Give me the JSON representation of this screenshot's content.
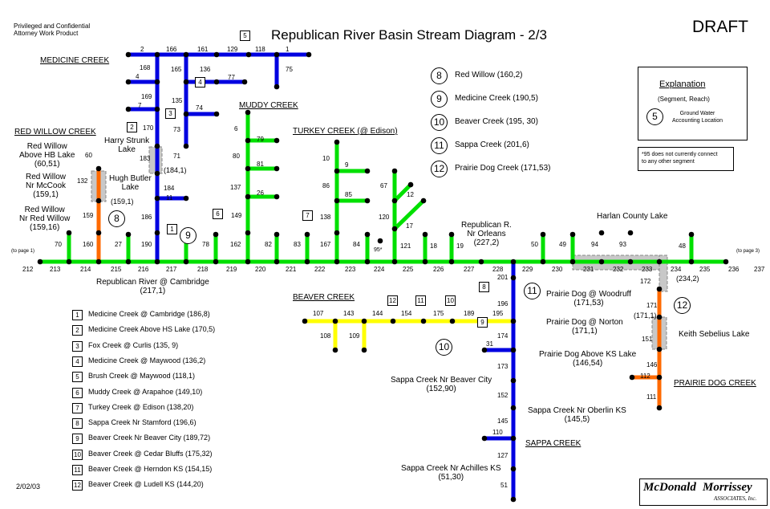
{
  "header": {
    "confidential_line1": "Privileged and Confidential",
    "confidential_line2": "Attorney Work Product",
    "title": "Republican River Basin Stream Diagram - 2/3",
    "draft": "DRAFT",
    "date": "2/02/03"
  },
  "colors": {
    "main_river": "#00e000",
    "blue": "#0000e0",
    "yellow": "#ffff00",
    "orange": "#ff6a00",
    "reservoir": "#c8c8c8"
  },
  "streams": {
    "medicine_creek": "MEDICINE CREEK",
    "red_willow_creek": "RED WILLOW CREEK",
    "muddy_creek": "MUDDY CREEK",
    "turkey_creek": "TURKEY CREEK (@ Edison)",
    "beaver_creek": "BEAVER CREEK",
    "sappa_creek": "SAPPA CREEK",
    "prairie_dog_creek": "PRAIRIE DOG CREEK"
  },
  "labels": {
    "red_willow_above": "Red Willow\nAbove HB Lake\n(60,51)",
    "red_willow_mccook": "Red Willow\nNr McCook\n(159,1)",
    "red_willow_nr": "Red Willow\nNr Red Willow\n(159,16)",
    "harry_strunk": "Harry Strunk\nLake",
    "harry_strunk_code": "(184,1)",
    "hugh_butler": "Hugh Butler\nLake",
    "hugh_butler_code": "(159,1)",
    "cambridge": "Republican River @ Cambridge\n(217,1)",
    "orleans": "Republican R.\nNr Orleans\n(227,2)",
    "harlan": "Harlan County Lake",
    "harlan_code": "(234,2)",
    "keith": "Keith Sebelius Lake",
    "keith_code": "(171,1)",
    "pd_woodruff": "Prairie Dog @ Woodruff\n(171,53)",
    "pd_norton": "Prairie Dog @ Norton\n(171,1)",
    "pd_above_ks": "Prairie Dog Above KS Lake\n(146,54)",
    "sappa_beaver": "Sappa Creek Nr Beaver City\n(152,90)",
    "sappa_oberlin": "Sappa Creek Nr Oberlin KS\n(145,5)",
    "sappa_achilles": "Sappa Creek Nr Achilles KS\n(51,30)",
    "to_page1": "(to page 1)",
    "to_page3": "(to page 3)",
    "star95": "95*"
  },
  "explanation": {
    "title": "Explanation",
    "segreach": "(Segment, Reach)",
    "gw_number": "5",
    "gw_label": "Ground Water\nAccounting Location",
    "note": "*95 does not currently connect\nto any other segment"
  },
  "gauges_box": [
    {
      "n": "1",
      "t": "Medicine Creek @ Cambridge (186,8)"
    },
    {
      "n": "2",
      "t": "Medicine Creek Above HS Lake (170,5)"
    },
    {
      "n": "3",
      "t": "Fox Creek @ Curlis (135, 9)"
    },
    {
      "n": "4",
      "t": "Medicine Creek @ Maywood (136,2)"
    },
    {
      "n": "5",
      "t": "Brush Creek @ Maywood (118,1)"
    },
    {
      "n": "6",
      "t": "Muddy Creek @ Arapahoe (149,10)"
    },
    {
      "n": "7",
      "t": "Turkey Creek @ Edison (138,20)"
    },
    {
      "n": "8",
      "t": "Sappa Creek Nr Stamford (196,6)"
    },
    {
      "n": "9",
      "t": "Beaver Creek Nr Beaver City (189,72)"
    },
    {
      "n": "10",
      "t": "Beaver Creek @ Cedar Bluffs (175,32)"
    },
    {
      "n": "11",
      "t": "Beaver Creek @ Herndon KS (154,15)"
    },
    {
      "n": "12",
      "t": "Beaver Creek @ Ludell KS (144,20)"
    }
  ],
  "gw_locations": [
    {
      "n": "8",
      "t": "Red Willow (160,2)"
    },
    {
      "n": "9",
      "t": "Medicine Creek (190,5)"
    },
    {
      "n": "10",
      "t": "Beaver Creek (195, 30)"
    },
    {
      "n": "11",
      "t": "Sappa Creek (201,6)"
    },
    {
      "n": "12",
      "t": "Prairie Dog Creek (171,53)"
    }
  ],
  "logo": {
    "line1": "McDonald",
    "line2": "Morrissey",
    "line3": "ASSOCIATES, Inc."
  },
  "segments": {
    "main_below": [
      "212",
      "213",
      "214",
      "215",
      "216",
      "217",
      "218",
      "219",
      "220",
      "221",
      "222",
      "223",
      "224",
      "225",
      "226",
      "227",
      "228",
      "229",
      "230",
      "231",
      "232",
      "233",
      "234",
      "235",
      "236",
      "237"
    ],
    "tributaries": [
      "70",
      "160",
      "27",
      "190",
      "78",
      "162",
      "82",
      "83",
      "167",
      "84",
      "121",
      "18",
      "19",
      "50",
      "49",
      "94",
      "93",
      "48"
    ],
    "medicine": [
      "2",
      "166",
      "161",
      "129",
      "118",
      "1",
      "168",
      "4",
      "165",
      "136",
      "77",
      "75",
      "169",
      "7",
      "135",
      "74",
      "73",
      "170",
      "183",
      "71",
      "184",
      "11",
      "186"
    ],
    "muddy": [
      "6",
      "79",
      "80",
      "81",
      "137",
      "26",
      "149"
    ],
    "turkey": [
      "10",
      "9",
      "86",
      "85",
      "138",
      "120",
      "67",
      "12",
      "17"
    ],
    "redwillow": [
      "60",
      "132",
      "159"
    ],
    "beaver": [
      "107",
      "143",
      "144",
      "154",
      "175",
      "189",
      "195",
      "108",
      "109"
    ],
    "sappa": [
      "201",
      "196",
      "174",
      "31",
      "173",
      "152",
      "145",
      "110",
      "127",
      "51"
    ],
    "prairie": [
      "172",
      "171",
      "151",
      "146",
      "112",
      "111"
    ]
  }
}
